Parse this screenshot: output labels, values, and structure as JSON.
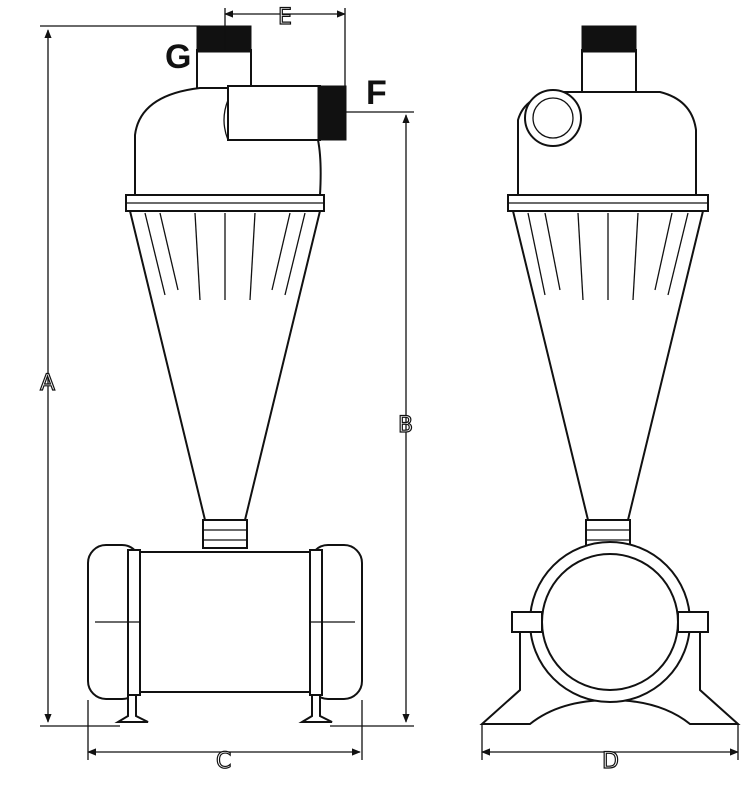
{
  "labels": {
    "port_g": "G",
    "port_f": "F",
    "dim_a": "A",
    "dim_b": "B",
    "dim_c": "C",
    "dim_d": "D",
    "dim_e": "E"
  }
}
